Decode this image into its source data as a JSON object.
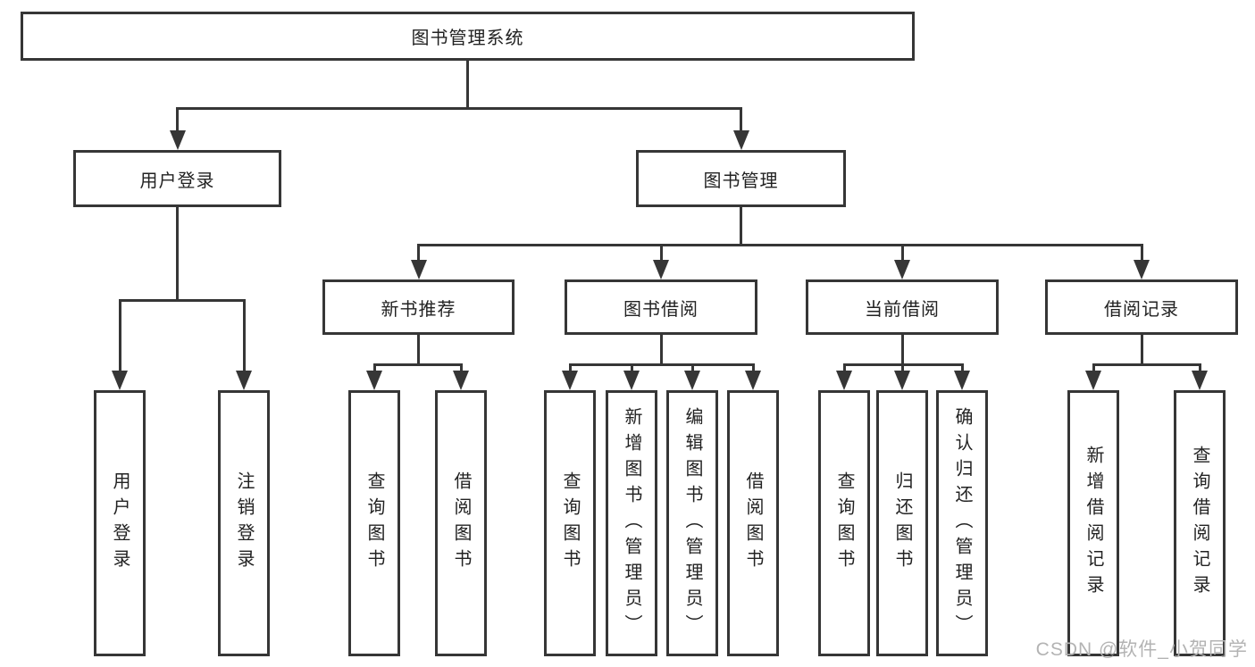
{
  "watermark": "CSDN @软件_小贺同学",
  "colors": {
    "line": "#363636",
    "text": "#222222",
    "background": "#ffffff",
    "watermark": "#b3b3b3"
  },
  "diagram_type": "hierarchy-flowchart",
  "tree": {
    "root": {
      "label": "图书管理系统",
      "children": [
        {
          "label": "用户登录",
          "children": [
            {
              "label": "用户登录"
            },
            {
              "label": "注销登录"
            }
          ]
        },
        {
          "label": "图书管理",
          "children": [
            {
              "label": "新书推荐",
              "children": [
                {
                  "label": "查询图书"
                },
                {
                  "label": "借阅图书"
                }
              ]
            },
            {
              "label": "图书借阅",
              "children": [
                {
                  "label": "查询图书"
                },
                {
                  "label": "新增图书（管理员）"
                },
                {
                  "label": "编辑图书（管理员）"
                },
                {
                  "label": "借阅图书"
                }
              ]
            },
            {
              "label": "当前借阅",
              "children": [
                {
                  "label": "查询图书"
                },
                {
                  "label": "归还图书"
                },
                {
                  "label": "确认归还（管理员）"
                }
              ]
            },
            {
              "label": "借阅记录",
              "children": [
                {
                  "label": "新增借阅记录"
                },
                {
                  "label": "查询借阅记录"
                }
              ]
            }
          ]
        }
      ]
    }
  }
}
